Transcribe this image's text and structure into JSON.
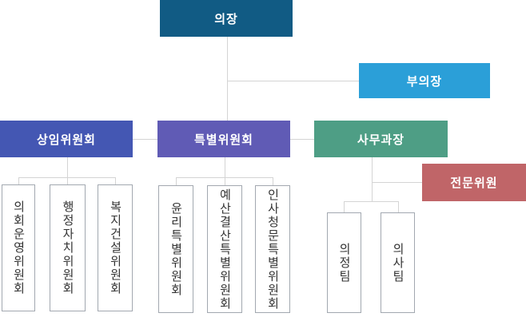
{
  "colors": {
    "chairman": "#115b84",
    "vice_chairman": "#2b9fd8",
    "standing_committee": "#4457b3",
    "special_committee": "#605bb5",
    "office_manager": "#4e9e85",
    "expert_member": "#c06568",
    "connector": "#d4d4d4",
    "child_border": "#a2a8b0",
    "child_text": "#333333"
  },
  "org_chart": {
    "chairman": {
      "label": "의장"
    },
    "vice_chairman": {
      "label": "부의장"
    },
    "standing_committee": {
      "label": "상임위원회",
      "children": [
        {
          "label": "의회운영위원회"
        },
        {
          "label": "행정자치위원회"
        },
        {
          "label": "복지건설위원회"
        }
      ]
    },
    "special_committee": {
      "label": "특별위원회",
      "children": [
        {
          "label": "윤리특별위원회"
        },
        {
          "label": "예산결산특별위원회"
        },
        {
          "label": "인사청문특별위원회"
        }
      ]
    },
    "office_manager": {
      "label": "사무과장",
      "children": [
        {
          "label": "의정팀"
        },
        {
          "label": "의사팀"
        }
      ]
    },
    "expert_member": {
      "label": "전문위원"
    }
  }
}
